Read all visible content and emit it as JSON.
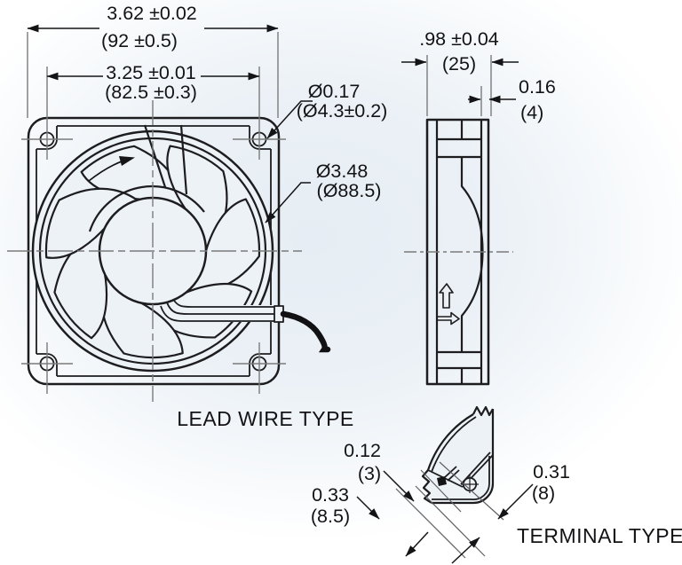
{
  "front_view": {
    "caption": "LEAD WIRE TYPE",
    "overall_width": {
      "inch": "3.62 ±0.02",
      "mm": "(92 ±0.5)"
    },
    "mounting_pitch": {
      "inch": "3.25 ±0.01",
      "mm": "(82.5 ±0.3)"
    },
    "mounting_hole_dia": {
      "inch": "Ø0.17",
      "mm": "(Ø4.3±0.2)"
    },
    "impeller_dia": {
      "inch": "Ø3.48",
      "mm": "(Ø88.5)"
    }
  },
  "side_view": {
    "depth": {
      "inch": ".98 ±0.04",
      "mm": "(25)"
    },
    "flange_thickness": {
      "inch": "0.16",
      "mm": "(4)"
    }
  },
  "terminal_view": {
    "caption": "TERMINAL TYPE",
    "terminal_thickness": {
      "inch": "0.12",
      "mm": "(3)"
    },
    "terminal_length": {
      "inch": "0.33",
      "mm": "(8.5)"
    },
    "terminal_position": {
      "inch": "0.31",
      "mm": "(8)"
    }
  },
  "colors": {
    "line": "#1d1d1f",
    "thin_line": "#7a7a7a",
    "fill": "#edf2f7",
    "background_tint": "#e6edf4"
  }
}
